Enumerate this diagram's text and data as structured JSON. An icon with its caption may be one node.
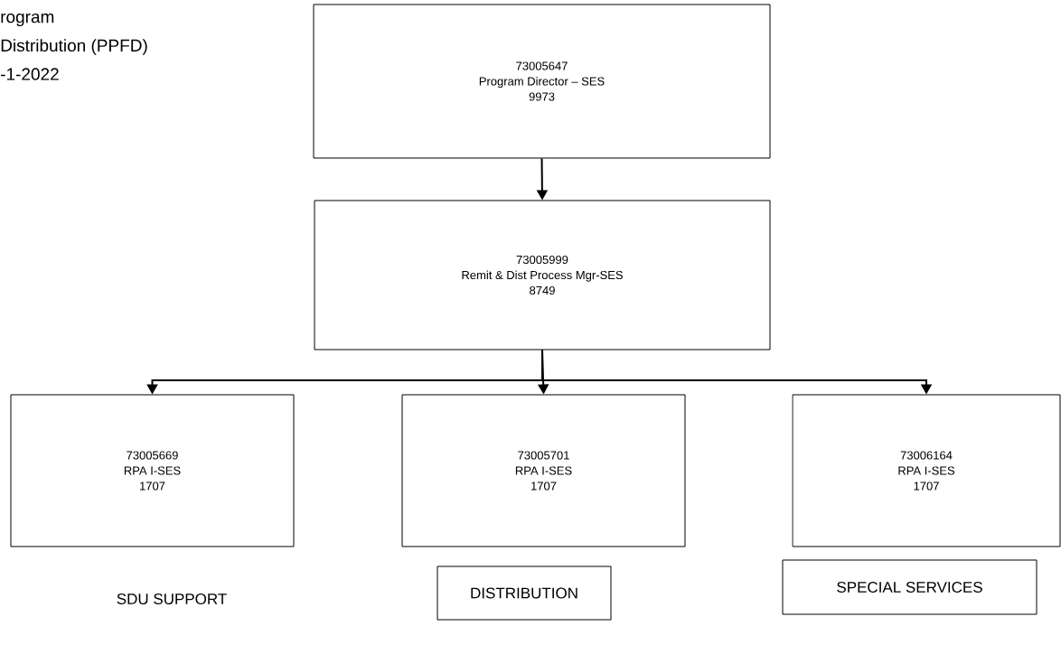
{
  "diagram": {
    "nodes": [
      {
        "text": [
          "73005647",
          "Program Director – SES",
          "9973"
        ]
      },
      {
        "text": [
          "73005999",
          "Remit & Dist Process Mgr-SES",
          "8749"
        ]
      },
      {
        "text": [
          "73005669",
          "RPA I-SES",
          "1707"
        ]
      },
      {
        "text": [
          "73005701",
          "RPA I-SES",
          "1707"
        ]
      },
      {
        "text": [
          "73006164",
          "RPA I-SES",
          "1707"
        ]
      },
      {
        "text": [
          "DISTRIBUTION"
        ]
      },
      {
        "text": [
          "SPECIAL SERVICES"
        ]
      }
    ],
    "edges": [
      {
        "from": 0,
        "to": 1,
        "arrow": "to"
      },
      {
        "from": 1,
        "to": 2,
        "arrow": "to"
      },
      {
        "from": 1,
        "to": 3,
        "arrow": "to"
      },
      {
        "from": 1,
        "to": 4,
        "arrow": "to"
      }
    ],
    "labels": [
      "rogram",
      "Distribution (PPFD)",
      "-1-2022",
      "SDU SUPPORT"
    ]
  }
}
